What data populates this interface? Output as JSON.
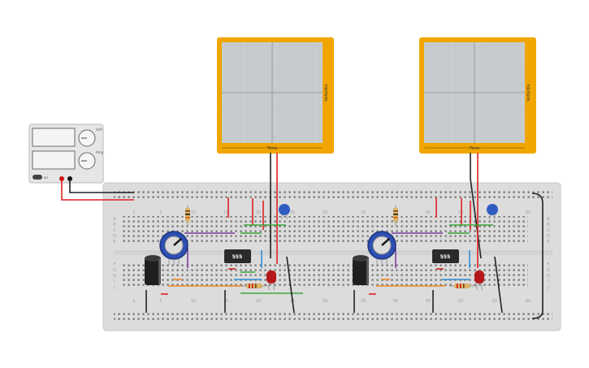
{
  "scopes": [
    {
      "id": "scope-1",
      "time_label": "Time",
      "volts_label": "Volts/div"
    },
    {
      "id": "scope-2",
      "time_label": "Time",
      "volts_label": "Volts/div"
    }
  ],
  "power_supply": {
    "knob_labels": [
      "Volt",
      "Amp"
    ],
    "switch_label": "on"
  },
  "breadboard": {
    "col_numbers": [
      "1",
      "5",
      "10",
      "15",
      "20",
      "25",
      "30",
      "35",
      "40",
      "45",
      "50",
      "55",
      "60"
    ],
    "row_letters_top": [
      "A",
      "B",
      "C",
      "D",
      "E"
    ],
    "row_letters_bottom": [
      "F",
      "G",
      "H",
      "I",
      "J"
    ]
  },
  "chips": [
    {
      "id": "chip-1",
      "label": "555"
    },
    {
      "id": "chip-2",
      "label": "555"
    }
  ],
  "colors": {
    "scope_frame": "#f0a500",
    "scope_screen": "#c8ccce",
    "breadboard": "#dcdcdc",
    "wire_red": "#e02020",
    "wire_black": "#222222",
    "wire_green": "#3aa83a",
    "wire_purple": "#7b3ea1",
    "wire_orange": "#f08a24",
    "wire_blue": "#2f8fd8",
    "pot_blue": "#2d4fb3",
    "cap_blue": "#2f5cc0",
    "led_red": "#b51818"
  }
}
